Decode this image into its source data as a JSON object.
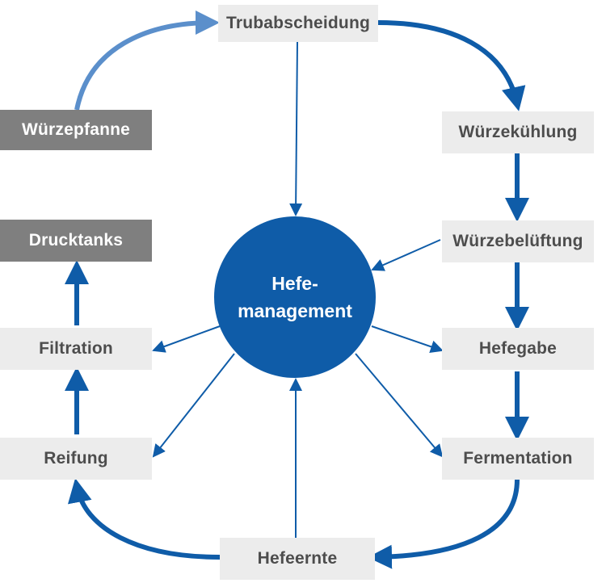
{
  "center": {
    "line1": "Hefe-",
    "line2": "management"
  },
  "nodes": {
    "trubabscheidung": "Trubabscheidung",
    "wuerzepfanne": "Würzepfanne",
    "wuerzekuehlung": "Würzekühlung",
    "wuerzebelueftung": "Würzebelüftung",
    "hefegabe": "Hefegabe",
    "fermentation": "Fermentation",
    "hefeernte": "Hefeernte",
    "reifung": "Reifung",
    "filtration": "Filtration",
    "drucktanks": "Drucktanks"
  },
  "colors": {
    "hub": "#0f5ca8",
    "arrow": "#0f5ca8",
    "arrow_light": "#5b8fcb",
    "box_light": "#ececec",
    "box_dark": "#7f7f7f"
  }
}
